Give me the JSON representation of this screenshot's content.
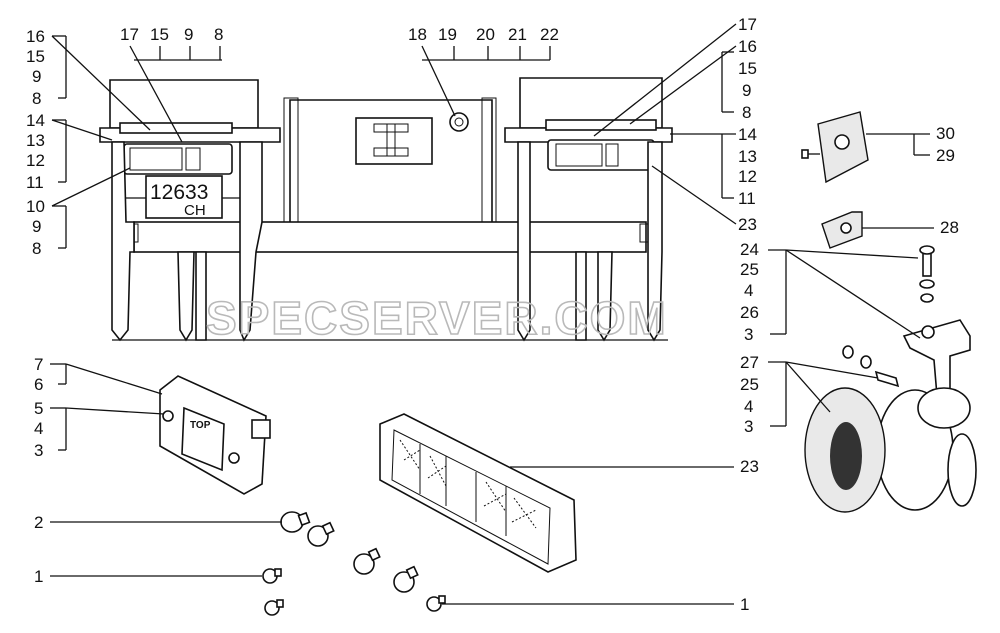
{
  "plate": {
    "number": "12633",
    "letters": "CH"
  },
  "lamp_label": "TOP",
  "watermark": "SPECSERVER.COM",
  "callouts": {
    "tl_group": [
      "16",
      "15",
      "9",
      "8"
    ],
    "tl_stack2": [
      "14",
      "13",
      "12",
      "11"
    ],
    "tl_stack3": [
      "10",
      "9",
      "8"
    ],
    "top_left": [
      "17",
      "15",
      "9",
      "8"
    ],
    "top_mid": [
      "18",
      "19",
      "20",
      "21",
      "22"
    ],
    "tr_stack1": [
      "17",
      "16",
      "15",
      "9",
      "8"
    ],
    "tr_stack2": [
      "14",
      "13",
      "12",
      "11"
    ],
    "tr_single": "23",
    "bracket_upper": [
      "30",
      "29"
    ],
    "bracket_lower": "28",
    "horn_upper": [
      "24",
      "25",
      "4",
      "26",
      "3"
    ],
    "horn_lower": [
      "27",
      "25",
      "4",
      "3"
    ],
    "lamp_upper": [
      "7",
      "6"
    ],
    "lamp_lower": [
      "5",
      "4",
      "3"
    ],
    "taillamp": "23",
    "bulb_upper": "2",
    "bulb_lower_left": "1",
    "bulb_lower_right": "1"
  }
}
